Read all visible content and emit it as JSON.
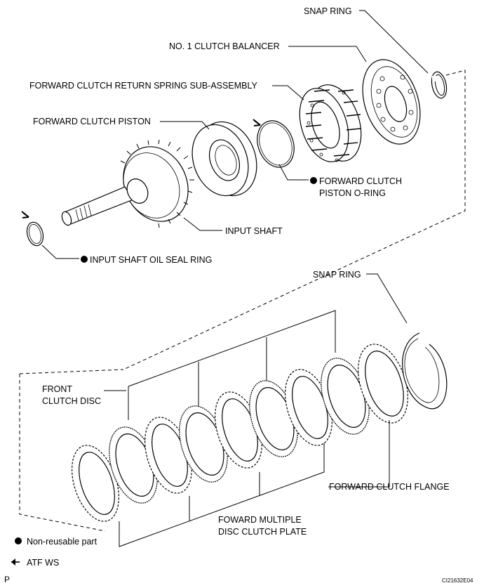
{
  "labels": {
    "snap_ring_top": "SNAP RING",
    "no1_clutch_balancer": "NO. 1 CLUTCH BALANCER",
    "return_spring": "FORWARD CLUTCH RETURN SPRING SUB-ASSEMBLY",
    "forward_clutch_piston": "FORWARD CLUTCH PISTON",
    "piston_oring_line1": "FORWARD CLUTCH",
    "piston_oring_line2": "PISTON O-RING",
    "input_shaft": "INPUT SHAFT",
    "input_shaft_seal": "INPUT SHAFT OIL SEAL RING",
    "snap_ring_bottom": "SNAP RING",
    "front_clutch_disc_line1": "FRONT",
    "front_clutch_disc_line2": "CLUTCH DISC",
    "forward_clutch_flange": "FORWARD CLUTCH FLANGE",
    "multiple_plate_line1": "FOWARD MULTIPLE",
    "multiple_plate_line2": "DISC CLUTCH PLATE"
  },
  "legend": {
    "non_reusable": "Non-reusable part",
    "atf_ws": "ATF WS"
  },
  "footer": {
    "left_mark": "P",
    "figure_code": "CI21632E04"
  },
  "icons": {
    "non_reusable_marker": "filled-circle-icon",
    "atf_marker": "arrow-left-icon"
  }
}
